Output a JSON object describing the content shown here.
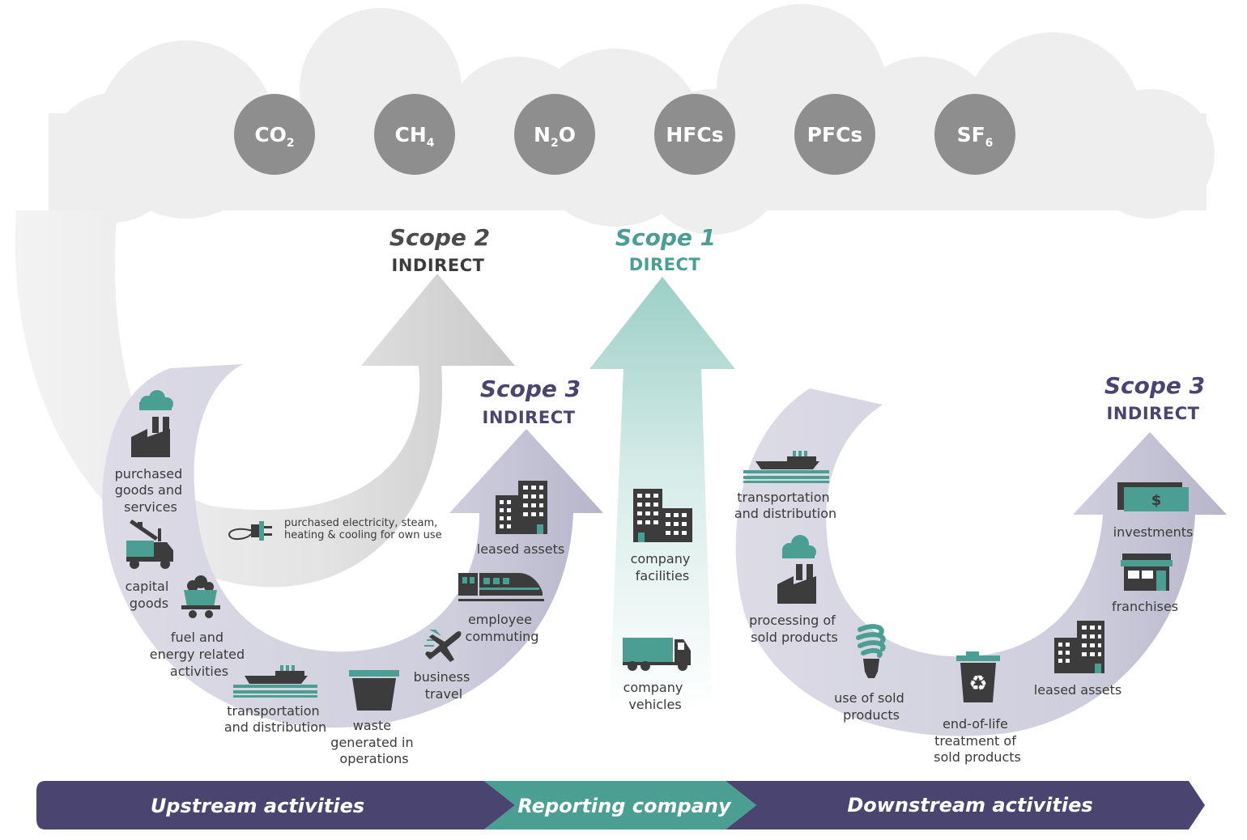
{
  "gases": [
    {
      "main": "CO",
      "sub": "2"
    },
    {
      "main": "CH",
      "sub": "4"
    },
    {
      "main": "N",
      "sub": "2",
      "tail": "O"
    },
    {
      "main": "HFCs",
      "sub": ""
    },
    {
      "main": "PFCs",
      "sub": ""
    },
    {
      "main": "SF",
      "sub": "6"
    }
  ],
  "scopes": {
    "scope2": {
      "title": "Scope 2",
      "subtitle": "INDIRECT"
    },
    "scope1": {
      "title": "Scope 1",
      "subtitle": "DIRECT"
    },
    "scope3_upstream": {
      "title": "Scope 3",
      "subtitle": "INDIRECT"
    },
    "scope3_downstream": {
      "title": "Scope 3",
      "subtitle": "INDIRECT"
    }
  },
  "upstream": {
    "purchased_goods": [
      "purchased",
      "goods and",
      "services"
    ],
    "capital_goods": [
      "capital",
      "goods"
    ],
    "fuel_energy": [
      "fuel and",
      "energy related",
      "activities"
    ],
    "transport": [
      "transportation",
      "and distribution"
    ],
    "waste": [
      "waste",
      "generated in",
      "operations"
    ],
    "business_travel": [
      "business",
      "travel"
    ],
    "employee_commuting": [
      "employee",
      "commuting"
    ],
    "leased_assets": [
      "leased assets"
    ]
  },
  "scope2_item": [
    "purchased electricity, steam,",
    "heating & cooling for own use"
  ],
  "company": {
    "facilities": [
      "company",
      "facilities"
    ],
    "vehicles": [
      "company",
      "vehicles"
    ]
  },
  "downstream": {
    "transport": [
      "transportation",
      "and distribution"
    ],
    "processing": [
      "processing of",
      "sold products"
    ],
    "use": [
      "use of sold",
      "products"
    ],
    "end_of_life": [
      "end-of-life",
      "treatment of",
      "sold products"
    ],
    "leased_assets": [
      "leased assets"
    ],
    "franchises": [
      "franchises"
    ],
    "investments": [
      "investments"
    ]
  },
  "investment_symbol": "$",
  "band": {
    "upstream": "Upstream activities",
    "reporting": "Reporting company",
    "downstream": "Downstream activities"
  },
  "colors": {
    "teal": "#4a9e92",
    "navy": "#4a4570",
    "grey_circle": "#8e8e8e",
    "dark_icon": "#3c3c3c"
  }
}
